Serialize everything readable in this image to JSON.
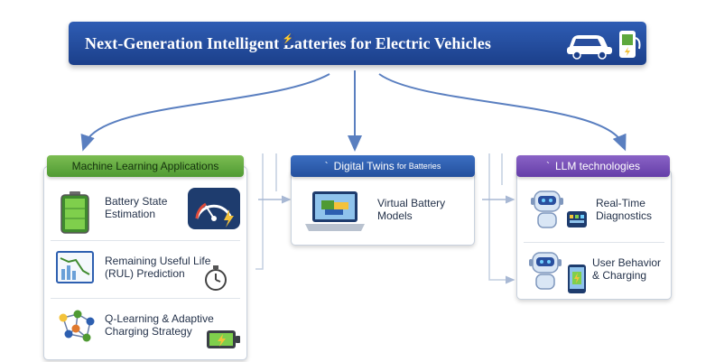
{
  "banner": {
    "title": "Next-Generation Intelligent Batteries for Electric Vehicles"
  },
  "icons": [
    "car-icon",
    "charger-icon",
    "lightning-icon",
    "battery-icon",
    "gauge-icon",
    "chart-icon",
    "stopwatch-icon",
    "network-icon",
    "laptop-icon",
    "robot-icon",
    "smartphone-icon"
  ],
  "colors": {
    "banner": "#2f5db4",
    "ml": "#5ea83c",
    "dt": "#2d5fb0",
    "llm": "#7449b4",
    "arrow": "#5a7fc0"
  },
  "ml": {
    "title": "Machine Learning Applications",
    "items": [
      {
        "line1": "Battery State",
        "line2": "Estimation"
      },
      {
        "line1": "Remaining Useful Life",
        "line2": "(RUL) Prediction"
      },
      {
        "line1": "Q-Learning & Adaptive",
        "line2": "Charging Strategy"
      }
    ]
  },
  "dt": {
    "mark": "`",
    "title": "Digital Twins",
    "title_suffix": "for Batteries",
    "items": [
      {
        "line1": "Virtual Battery",
        "line2": "Models"
      }
    ]
  },
  "llm": {
    "mark": "`",
    "title": "LLM technologies",
    "items": [
      {
        "line1": "Real-Time",
        "line2": "Diagnostics"
      },
      {
        "line1": "User Behavior",
        "line2": "& Charging"
      }
    ]
  }
}
